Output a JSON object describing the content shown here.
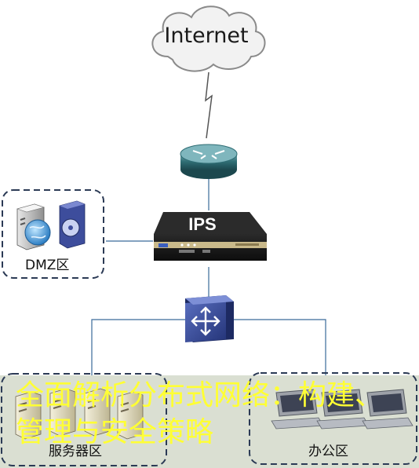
{
  "nodes": {
    "internet": {
      "label": "Internet",
      "icon": "cloud-icon"
    },
    "router": {
      "icon": "router-icon"
    },
    "ips": {
      "label": "IPS",
      "icon": "ips-appliance-icon"
    },
    "switch": {
      "icon": "layer3-switch-icon"
    }
  },
  "zones": {
    "dmz": {
      "label": "DMZ区",
      "icons": [
        "web-server-icon",
        "media-server-icon"
      ]
    },
    "server": {
      "label": "服务器区",
      "icons": [
        "server-tower-icon",
        "server-tower-icon",
        "server-tower-icon",
        "server-tower-icon"
      ]
    },
    "office": {
      "label": "办公区",
      "icons": [
        "desktop-pc-icon",
        "desktop-pc-icon",
        "desktop-pc-icon"
      ]
    }
  },
  "overlay": {
    "title": "全面解析分布式网络：构建、管理与安全策略"
  },
  "colors": {
    "zone_border": "#2b3a55",
    "lower_band": "#dadfd2",
    "ips_body": "#1e1e1e",
    "switch_blue": "#2e3f8a",
    "router_teal": "#2f6d74",
    "link_line": "#3a6a9a",
    "overlay_text": "#ffff33"
  }
}
